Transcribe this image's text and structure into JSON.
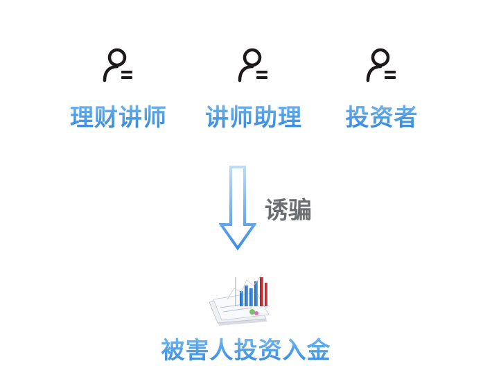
{
  "roles": [
    {
      "label": "理财讲师",
      "icon": "user-icon"
    },
    {
      "label": "讲师助理",
      "icon": "user-icon"
    },
    {
      "label": "投资者",
      "icon": "user-icon"
    }
  ],
  "flow": {
    "label": "诱骗",
    "icon": "down-arrow-icon"
  },
  "outcome": {
    "label": "被害人投资入金",
    "icon": "chart-report-icon"
  },
  "colors": {
    "label_blue_top": "#7fc3f4",
    "label_blue_bottom": "#2f86de",
    "icon_dark": "#1e1a1b",
    "arrow_label": "#6b6f73"
  }
}
